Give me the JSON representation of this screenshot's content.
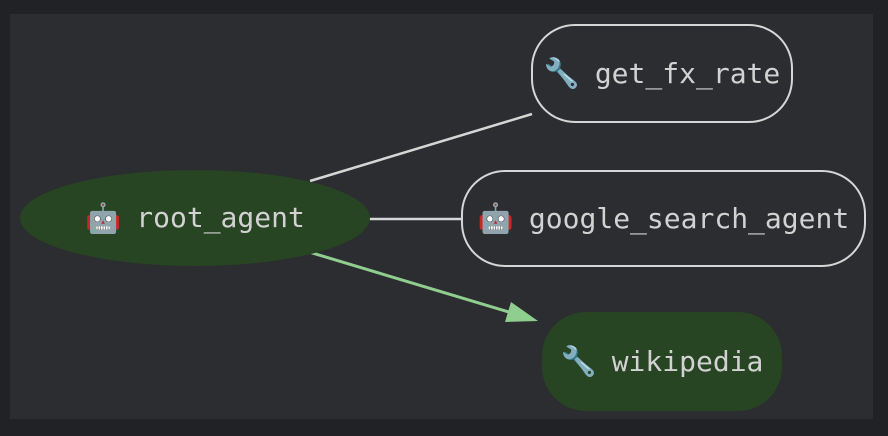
{
  "diagram": {
    "nodes": [
      {
        "id": "root_agent",
        "label": "root_agent",
        "icon": "robot-icon",
        "glyph": "🤖",
        "shape": "ellipse",
        "fill": "green"
      },
      {
        "id": "get_fx_rate",
        "label": "get_fx_rate",
        "icon": "wrench-icon",
        "glyph": "🔧",
        "shape": "rounded-rect",
        "fill": "none"
      },
      {
        "id": "google_search_agent",
        "label": "google_search_agent",
        "icon": "robot-icon",
        "glyph": "🤖",
        "shape": "rounded-rect",
        "fill": "none"
      },
      {
        "id": "wikipedia",
        "label": "wikipedia",
        "icon": "wrench-icon",
        "glyph": "🔧",
        "shape": "rounded-rect",
        "fill": "green"
      }
    ],
    "edges": [
      {
        "from": "root_agent",
        "to": "get_fx_rate",
        "color": "gray",
        "arrow_head": false
      },
      {
        "from": "root_agent",
        "to": "google_search_agent",
        "color": "gray",
        "arrow_head": false
      },
      {
        "from": "root_agent",
        "to": "wikipedia",
        "color": "green",
        "arrow_head": true
      }
    ]
  },
  "colors": {
    "frame": "#202225",
    "canvas_bg": "#2b2d30",
    "node_green": "#274423",
    "node_border": "#d6d6d6",
    "edge_gray": "#d6d6d6",
    "edge_green": "#90ce90",
    "label_text": "#d2d2d2"
  }
}
